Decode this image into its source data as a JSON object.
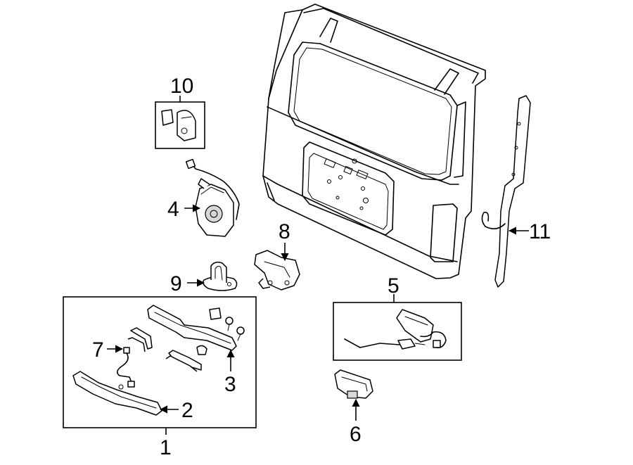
{
  "callouts": {
    "c1": "1",
    "c2": "2",
    "c3": "3",
    "c4": "4",
    "c5": "5",
    "c6": "6",
    "c7": "7",
    "c8": "8",
    "c9": "9",
    "c10": "10",
    "c11": "11"
  },
  "colors": {
    "line": "#000000",
    "background": "#ffffff",
    "shade": "#d8d8d8"
  }
}
